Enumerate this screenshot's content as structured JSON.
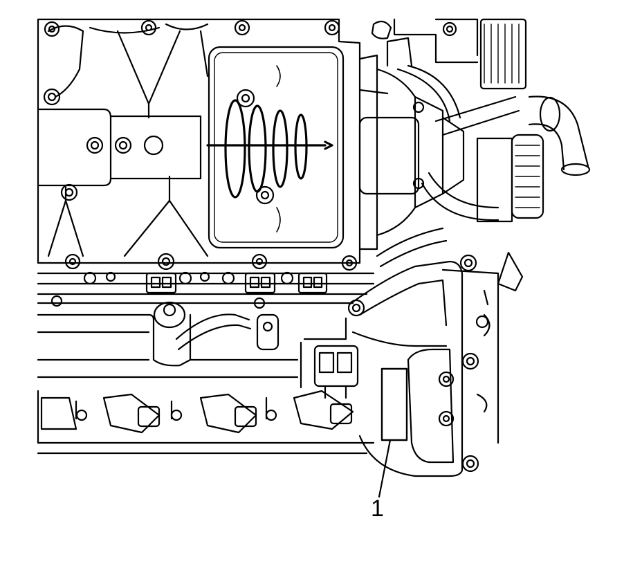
{
  "diagram": {
    "callouts": [
      {
        "id": "1",
        "label": "1",
        "target": "label-area-on-housing"
      }
    ],
    "colors": {
      "line": "#000000",
      "background": "#ffffff"
    }
  }
}
